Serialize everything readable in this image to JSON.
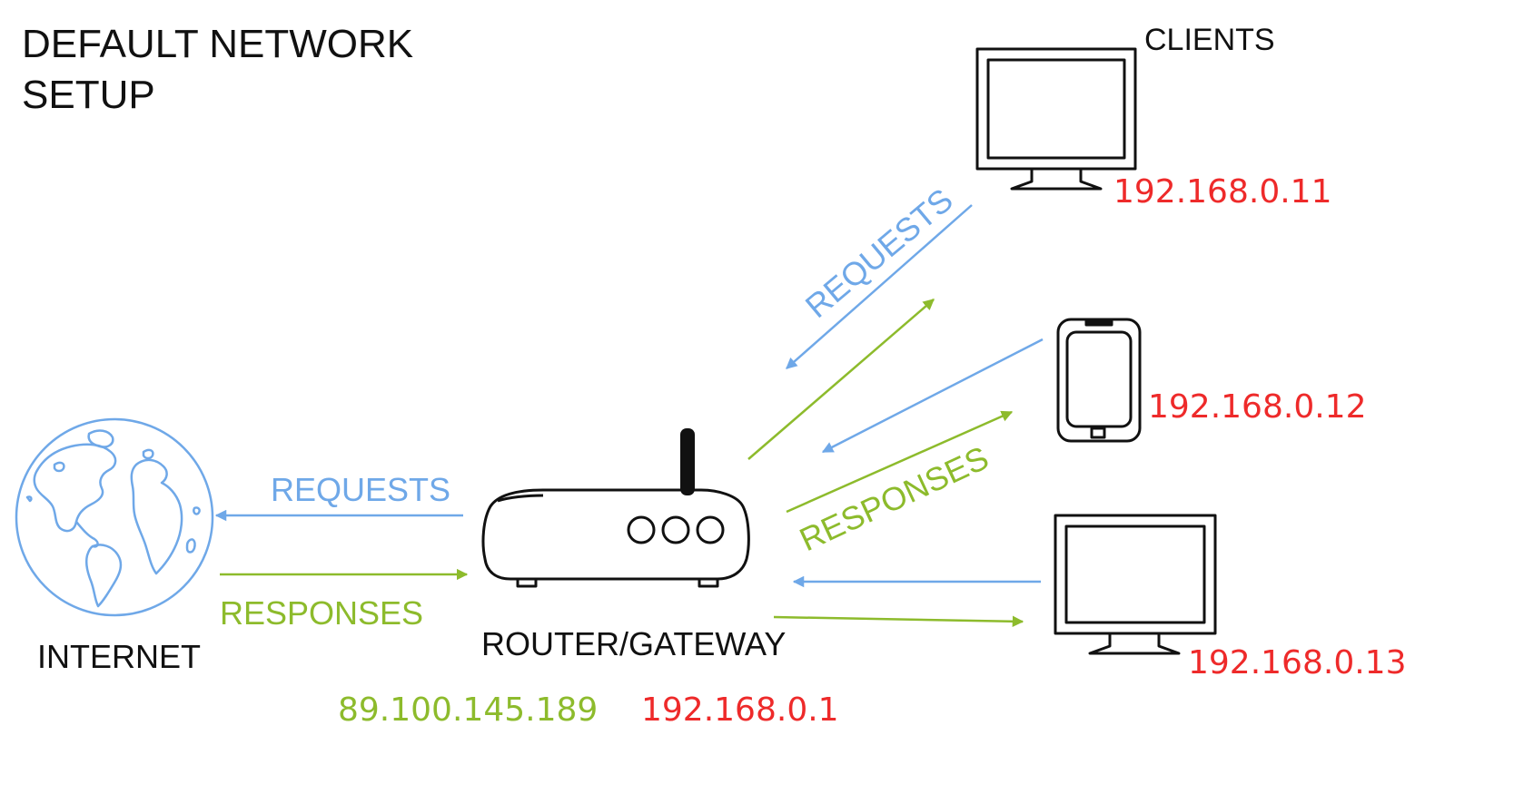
{
  "title": {
    "line1": "DEFAULT NETWORK",
    "line2": "SETUP"
  },
  "clients_label": "CLIENTS",
  "internet_label": "INTERNET",
  "router_label": "ROUTER/GATEWAY",
  "router_public_ip": "89.100.145.189",
  "router_private_ip": "192.168.0.1",
  "internet_link": {
    "requests_label": "REQUESTS",
    "responses_label": "RESPONSES"
  },
  "client_links": {
    "requests_label": "REQUESTS",
    "responses_label": "RESPONSES"
  },
  "clients": [
    {
      "device": "desktop-monitor",
      "ip": "192.168.0.11"
    },
    {
      "device": "smartphone",
      "ip": "192.168.0.12"
    },
    {
      "device": "desktop-monitor",
      "ip": "192.168.0.13"
    }
  ],
  "colors": {
    "requests": "#6fa8e8",
    "responses": "#8dbb2c",
    "private_ip": "#ee2a2a",
    "public_ip": "#8dbb2c",
    "outline": "#111111",
    "globe": "#6fa8e8"
  },
  "icons": {
    "internet": "globe-icon",
    "router": "router-icon",
    "desktop": "monitor-icon",
    "phone": "smartphone-icon"
  }
}
